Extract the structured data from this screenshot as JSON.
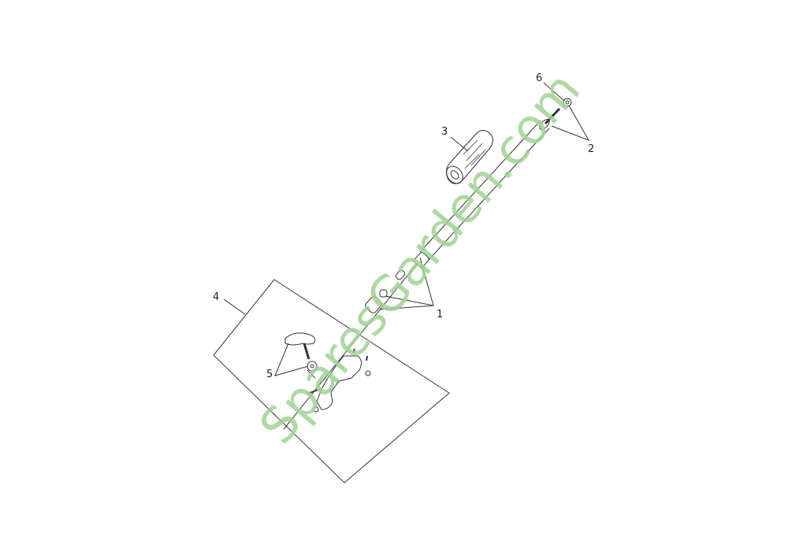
{
  "diagram": {
    "callouts": [
      "1",
      "2",
      "3",
      "4",
      "5",
      "6"
    ],
    "watermark": "SparesGarden.com"
  },
  "colors": {
    "line": "#333333",
    "watermark": "#9fd393"
  }
}
